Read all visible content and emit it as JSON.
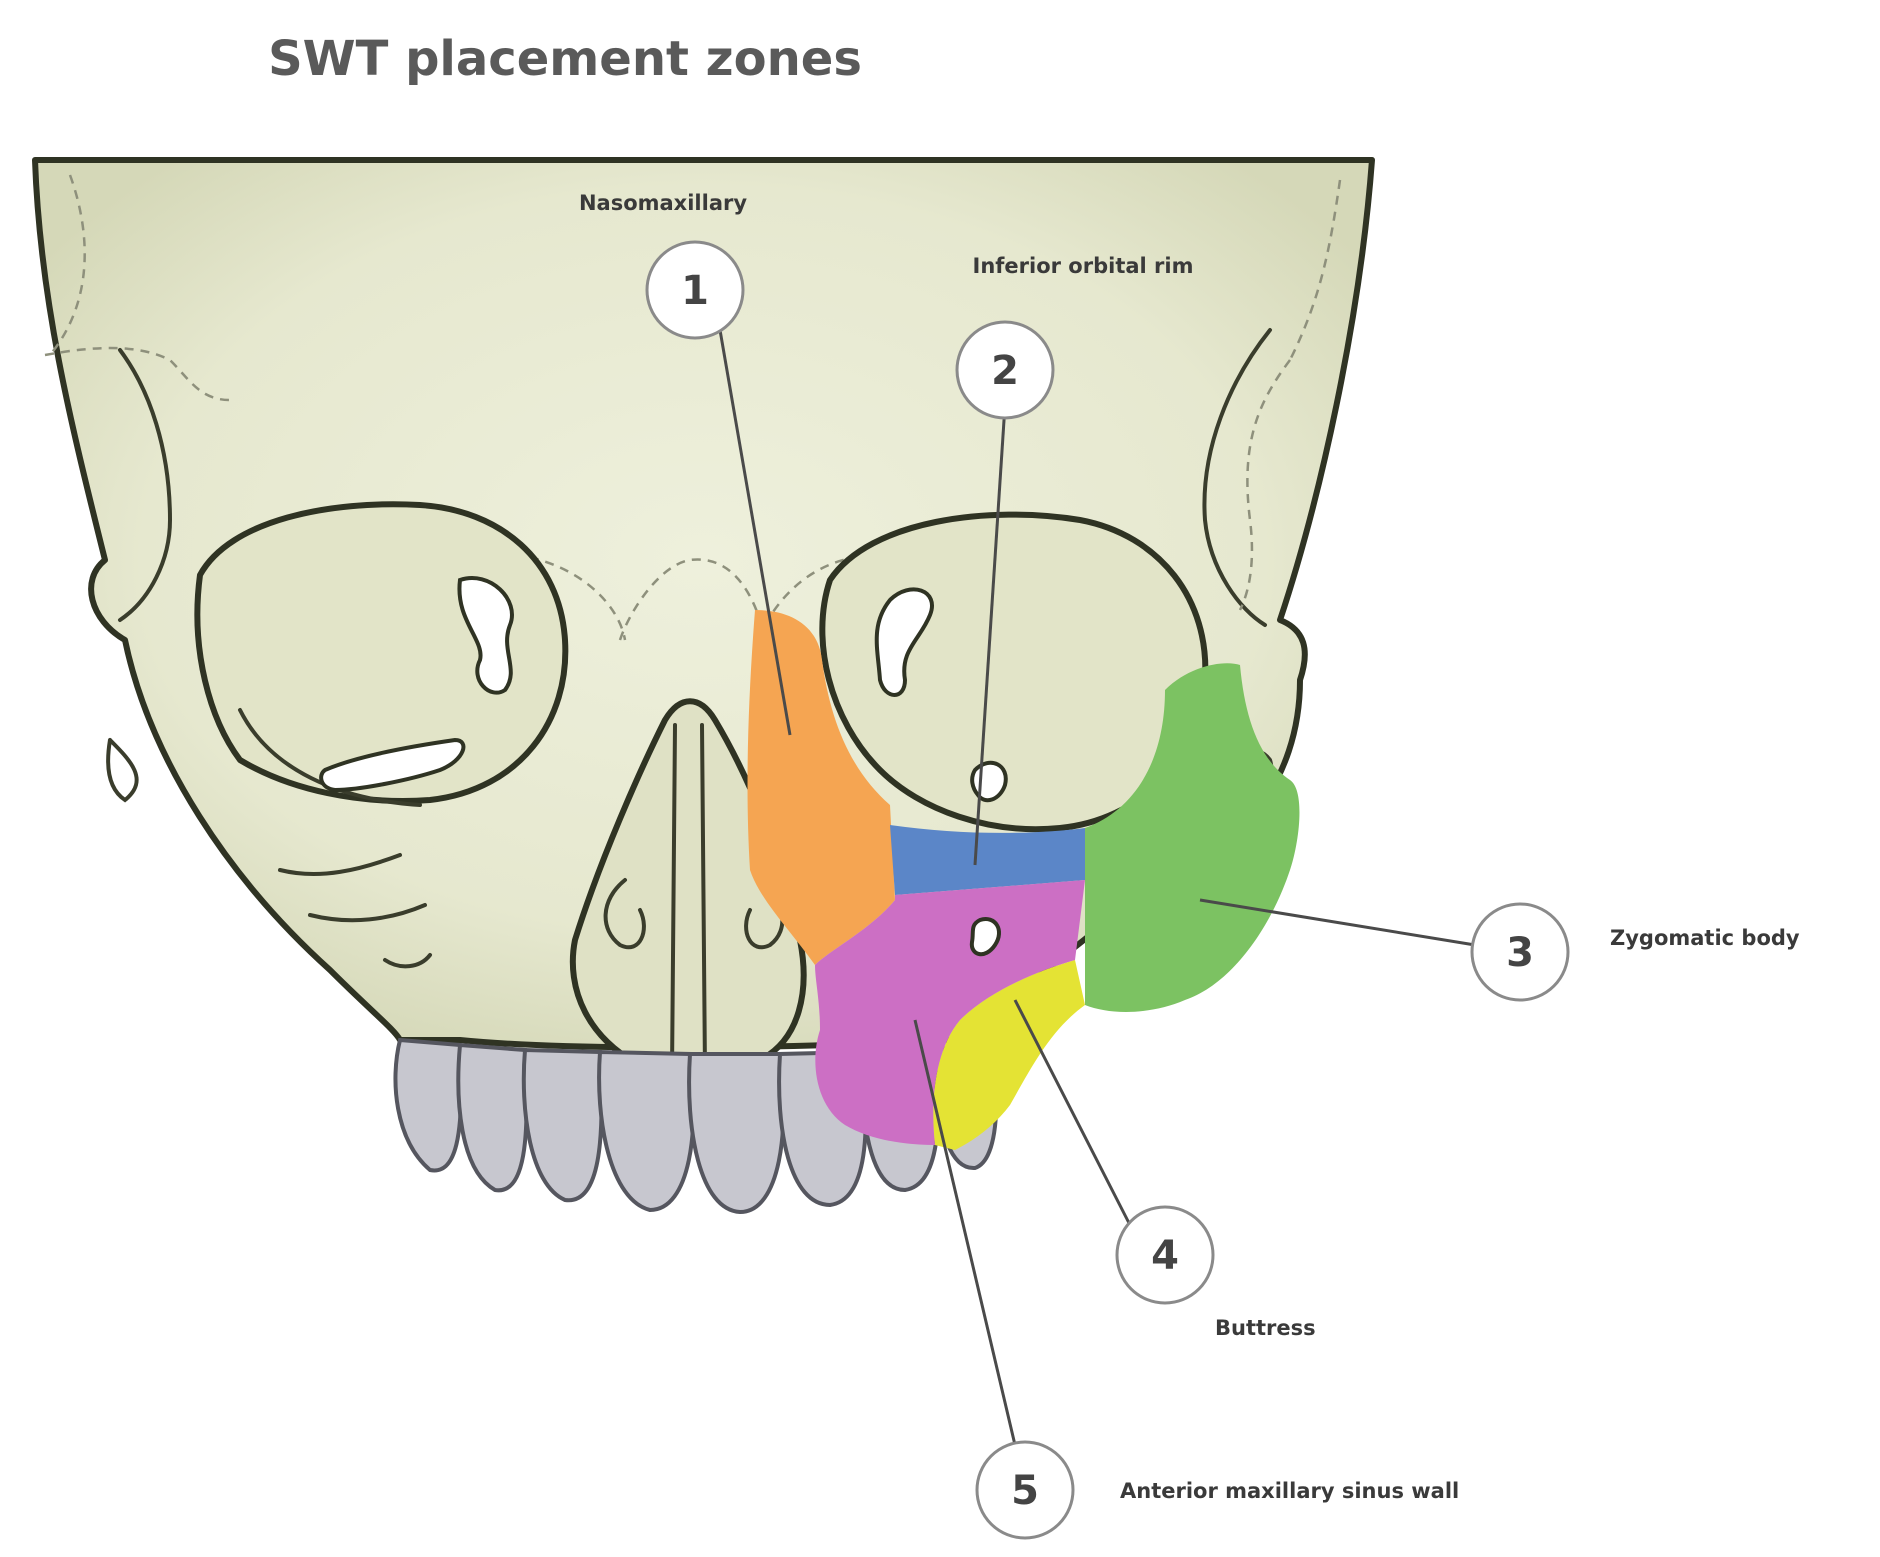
{
  "title": "SWT placement zones",
  "colors": {
    "bone_fill": "#e6e8cf",
    "bone_outline": "#2f3323",
    "zone_nasomaxillary": "#f5a552",
    "zone_inferior_orbital_rim": "#5b86c8",
    "zone_zygomatic_body": "#7cc262",
    "zone_buttress": "#e4e334",
    "zone_anterior_maxillary_sinus_wall": "#cc6fc4",
    "teeth": "#c7c7cf"
  },
  "zones": [
    {
      "number": "1",
      "label": "Nasomaxillary",
      "color": "#f5a552"
    },
    {
      "number": "2",
      "label": "Inferior orbital rim",
      "color": "#5b86c8"
    },
    {
      "number": "3",
      "label": "Zygomatic body",
      "color": "#7cc262"
    },
    {
      "number": "4",
      "label": "Buttress",
      "color": "#e4e334"
    },
    {
      "number": "5",
      "label": "Anterior maxillary sinus wall",
      "color": "#cc6fc4"
    }
  ]
}
